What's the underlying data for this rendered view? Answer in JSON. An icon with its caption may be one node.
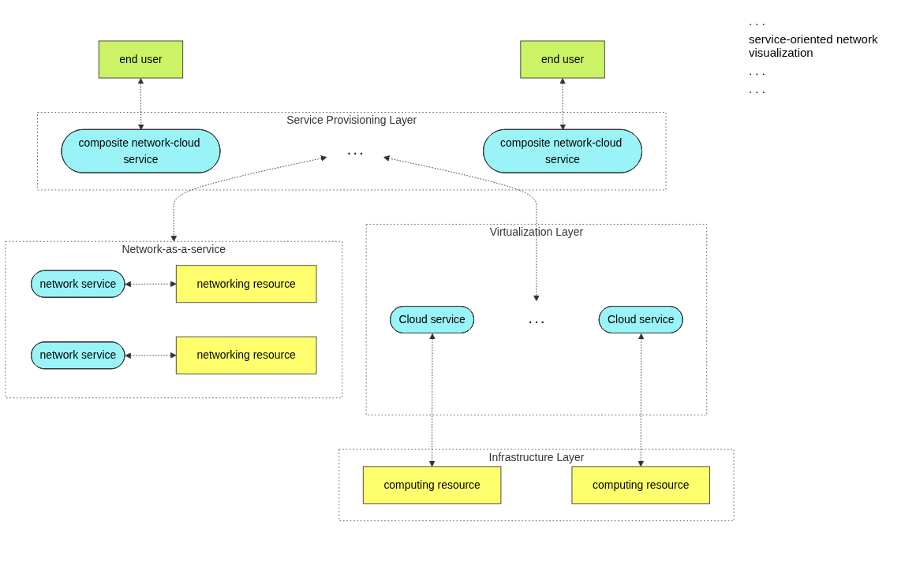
{
  "diagram": {
    "nodes": [
      {
        "text": [
          "end user"
        ]
      },
      {
        "text": [
          "end user"
        ]
      },
      {
        "text": [
          "Service Provisioning Layer"
        ]
      },
      {
        "text": [
          "composite network-cloud service"
        ],
        "in": 2
      },
      {
        "text": [
          ". . ."
        ],
        "in": 2
      },
      {
        "text": [
          "composite network-cloud service"
        ],
        "in": 2
      },
      {
        "text": [
          "Virtualization Layer"
        ]
      },
      {
        "text": [
          "Network-as-a-service"
        ]
      },
      {
        "text": [
          "network service"
        ],
        "in": 7
      },
      {
        "text": [
          "network service"
        ],
        "in": 7
      },
      {
        "text": [
          "Cloud service"
        ],
        "in": 6
      },
      {
        "text": [
          ". . ."
        ],
        "in": 6
      },
      {
        "text": [
          "Cloud service"
        ],
        "in": 6
      },
      {
        "text": [
          "Infrastructure Layer"
        ]
      },
      {
        "text": [
          "networking resource"
        ],
        "in": 7
      },
      {
        "text": [
          "networking resource"
        ],
        "in": 7
      },
      {
        "text": [
          "computing resource"
        ],
        "in": 13
      },
      {
        "text": [
          "computing resource"
        ],
        "in": 13
      }
    ],
    "edges": [
      {
        "from": 0,
        "to": 3,
        "arrow": "both",
        "style": "dashed"
      },
      {
        "from": 1,
        "to": 5,
        "arrow": "both",
        "style": "dashed"
      },
      {
        "from": 4,
        "to": 7,
        "arrow": "both",
        "style": "dashed"
      },
      {
        "from": 4,
        "to": 11,
        "arrow": "both",
        "style": "dashed"
      },
      {
        "from": 8,
        "to": 14,
        "arrow": "both",
        "style": "dashed"
      },
      {
        "from": 9,
        "to": 15,
        "arrow": "both",
        "style": "dashed"
      },
      {
        "from": 10,
        "to": 16,
        "arrow": "both",
        "style": "dashed"
      },
      {
        "from": 12,
        "to": 17,
        "arrow": "both",
        "style": "dashed"
      }
    ],
    "labels": [
      ". . .",
      "service-oriented network visualization",
      ". . .",
      ". . ."
    ]
  }
}
